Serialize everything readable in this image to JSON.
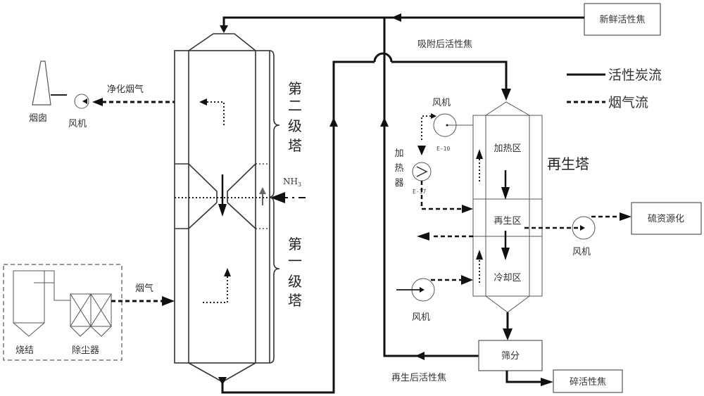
{
  "legend": {
    "solid_label": "活性炭流",
    "dashed_label": "烟气流"
  },
  "adsorption_tower": {
    "upper_stage_label": [
      "第",
      "二",
      "级",
      "塔"
    ],
    "lower_stage_label": [
      "第",
      "一",
      "级",
      "塔"
    ],
    "ammonia_label": "NH",
    "ammonia_subscript": "3"
  },
  "regeneration_tower": {
    "title": "再生塔",
    "zones": [
      "加热区",
      "再生区",
      "冷却区"
    ]
  },
  "equipment": {
    "chimney": "烟囱",
    "fan_outlet": "风机",
    "fan_heater": "风机",
    "fan_heater_tag": "E-10",
    "heater_label": [
      "加",
      "热",
      "器"
    ],
    "heater_tag": "E-17",
    "fan_sulfur": "风机",
    "fan_cooling": "风机",
    "sintering": "烧结",
    "dust_collector": "除尘器"
  },
  "boxes": {
    "fresh_carbon": "新鲜活性焦",
    "sulfur_recovery": "硫资源化",
    "screening": "筛分",
    "broken_carbon": "碎活性焦"
  },
  "flow_labels": {
    "clean_flue_gas": "净化烟气",
    "flue_gas": "烟气",
    "after_adsorption": "吸附后活性焦",
    "after_regeneration": "再生后活性焦"
  }
}
